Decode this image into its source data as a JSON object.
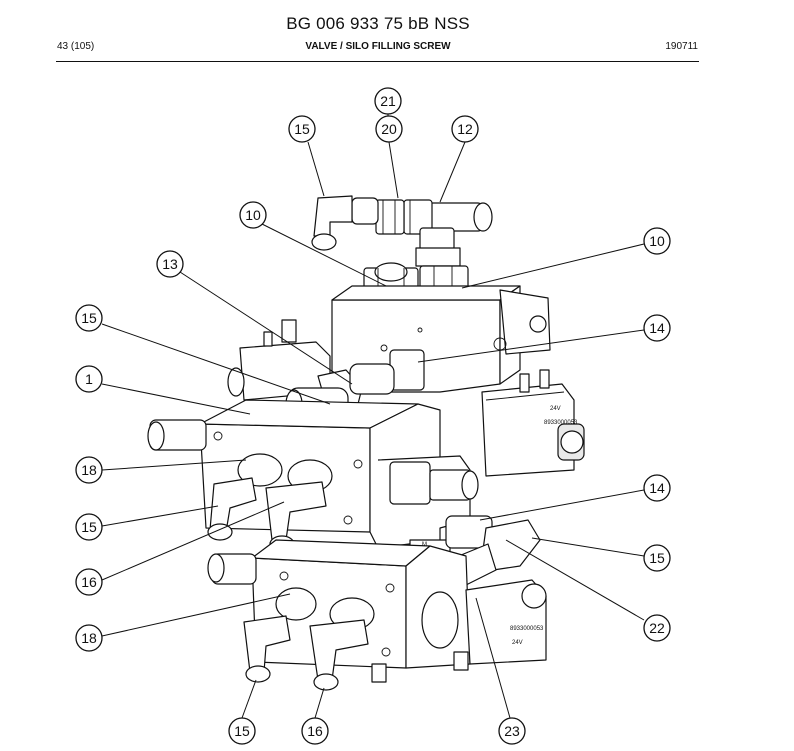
{
  "header": {
    "title": "BG 006 933 75 bB NSS",
    "page": "43 (105)",
    "section": "VALVE / SILO FILLING SCREW",
    "date": "190711"
  },
  "callouts": [
    {
      "label": "21"
    },
    {
      "label": "15"
    },
    {
      "label": "20"
    },
    {
      "label": "12"
    },
    {
      "label": "10"
    },
    {
      "label": "10"
    },
    {
      "label": "13"
    },
    {
      "label": "15"
    },
    {
      "label": "14"
    },
    {
      "label": "1"
    },
    {
      "label": "18"
    },
    {
      "label": "14"
    },
    {
      "label": "15"
    },
    {
      "label": "15"
    },
    {
      "label": "16"
    },
    {
      "label": "22"
    },
    {
      "label": "18"
    },
    {
      "label": "15"
    },
    {
      "label": "16"
    },
    {
      "label": "23"
    }
  ],
  "drawing": {
    "coil_upper_text": "24V",
    "coil_upper_code": "8933000053",
    "coil_lower_text": "24V",
    "coil_lower_code": "8933000053",
    "marking_m": "M"
  }
}
